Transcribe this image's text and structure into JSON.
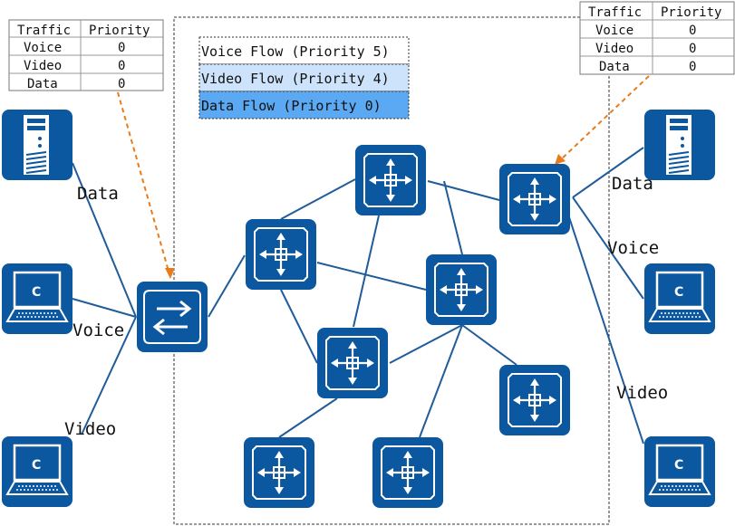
{
  "colors": {
    "device_fill": "#0b57a0",
    "link": "#1f5c99",
    "dashed_arrow": "#e87b1c",
    "voice_bg": "#ffffff",
    "video_bg": "#cce3fb",
    "data_bg": "#5aa9f2"
  },
  "left_table": {
    "headers": [
      "Traffic",
      "Priority"
    ],
    "rows": [
      {
        "traffic": "Voice",
        "priority": "0"
      },
      {
        "traffic": "Video",
        "priority": "0"
      },
      {
        "traffic": "Data",
        "priority": "0"
      }
    ]
  },
  "right_table": {
    "headers": [
      "Traffic",
      "Priority"
    ],
    "rows": [
      {
        "traffic": "Voice",
        "priority": "0"
      },
      {
        "traffic": "Video",
        "priority": "0"
      },
      {
        "traffic": "Data",
        "priority": "0"
      }
    ]
  },
  "legend": {
    "voice": "Voice Flow (Priority 5)",
    "video": "Video Flow (Priority 4)",
    "data": "Data Flow (Priority 0)"
  },
  "labels": {
    "left_data": "Data",
    "left_voice": "Voice",
    "left_video": "Video",
    "right_data": "Data",
    "right_voice": "Voice",
    "right_video": "Video"
  },
  "icons": {
    "server": "server-icon",
    "pc": "pc-icon",
    "switch": "switch-icon",
    "router": "router-icon"
  }
}
